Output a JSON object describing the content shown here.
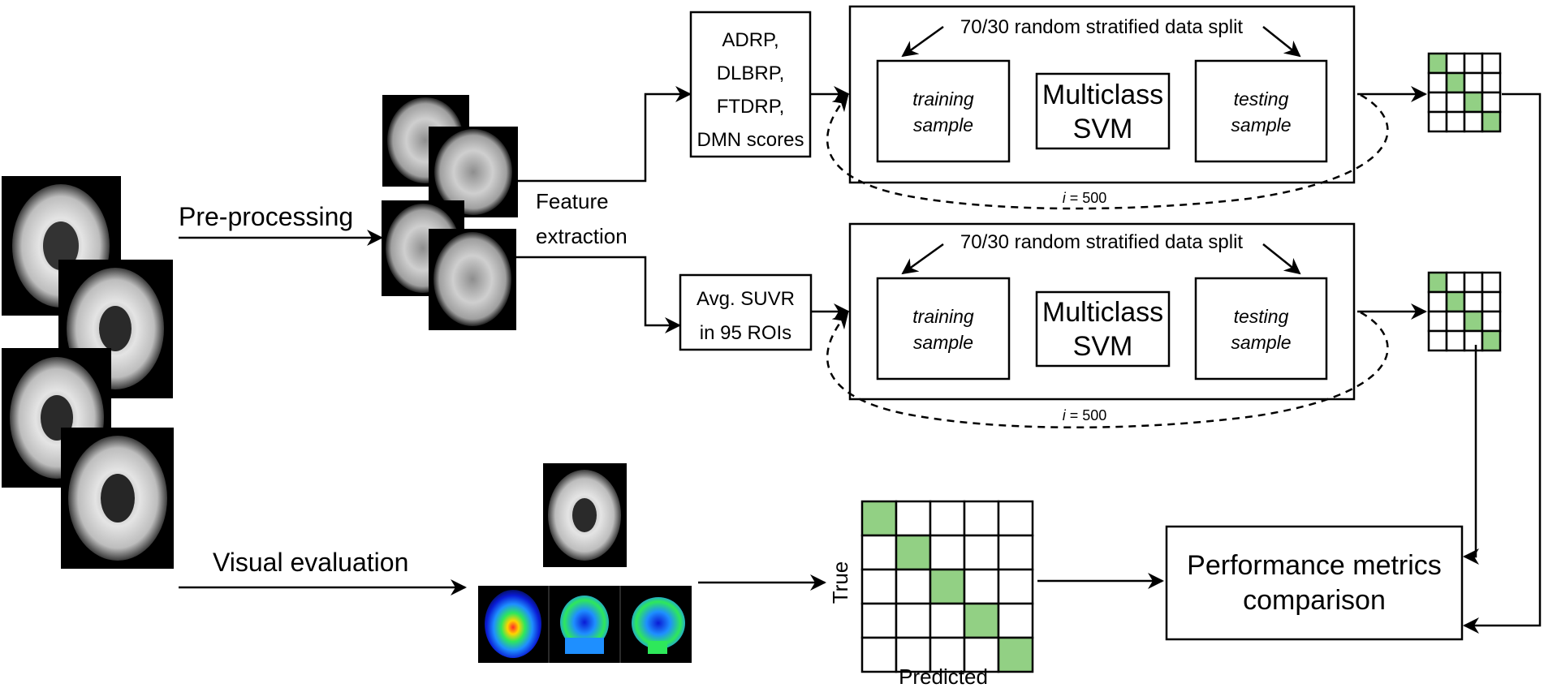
{
  "labels": {
    "preprocessing": "Pre-processing",
    "feature_extraction_line1": "Feature",
    "feature_extraction_line2": "extraction",
    "visual_evaluation": "Visual evaluation",
    "true_axis": "True",
    "predicted_axis": "Predicted"
  },
  "features_top": [
    "ADRP,",
    "DLBRP,",
    "FTDRP,",
    "DMN scores"
  ],
  "features_bottom": [
    "Avg. SUVR",
    "in 95 ROIs"
  ],
  "pipeline": {
    "split_label": "70/30 random stratified data split",
    "training_line1": "training",
    "training_line2": "sample",
    "model_line1": "Multiclass",
    "model_line2": "SVM",
    "testing_line1": "testing",
    "testing_line2": "sample",
    "iter_var": "i",
    "iter_rest": " = 500"
  },
  "metrics": {
    "line1": "Performance metrics",
    "line2": "comparison"
  },
  "colors": {
    "matrix_diag": "#92d084",
    "stroke": "#000000",
    "brain_bg": "#000000",
    "brain_gray": "#c8c8c8"
  }
}
